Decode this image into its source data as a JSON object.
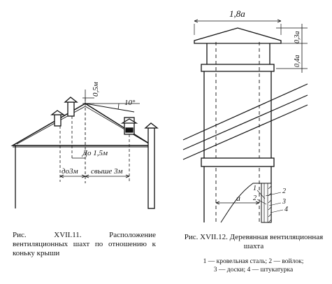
{
  "figure1": {
    "labels": {
      "height_05": "0,5м",
      "angle": "10°",
      "upto_15": "До 1,5м",
      "upto_3": "до3м",
      "over_3": "свыше 3м"
    },
    "caption": "Рис. XVII.11. Расположение вентиляционных шахт по отношению к коньку крыши"
  },
  "figure2": {
    "labels": {
      "width_top": "1,8а",
      "dim_03": "0,3а",
      "dim_04": "0,4а",
      "dim_a": "a",
      "n1": "1",
      "n2": "2",
      "n2b": "2",
      "n3": "3",
      "n4": "4"
    },
    "caption": "Рис. XVII.12. Деревянная вентиляционная шахта",
    "legend": [
      "1 — кровельная сталь; 2 — войлок;",
      "3 — доски; 4 — штукатурка"
    ]
  }
}
